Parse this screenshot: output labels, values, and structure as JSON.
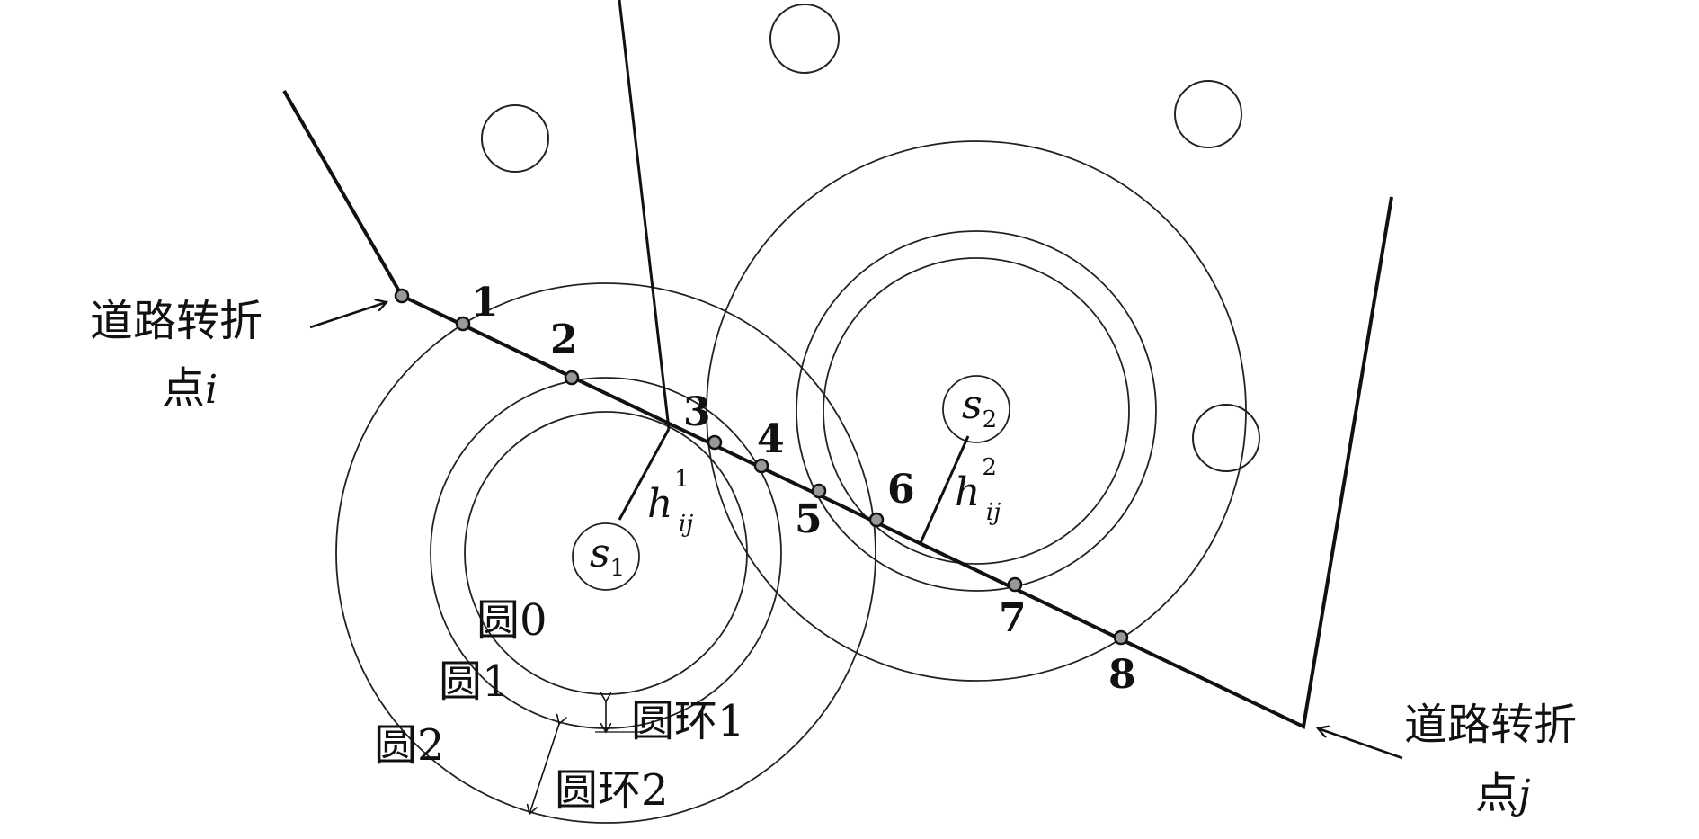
{
  "diagram": {
    "turn_point_i": {
      "text": "道路转折",
      "line2_prefix": "点",
      "var": "i"
    },
    "turn_point_j": {
      "text": "道路转折",
      "line2_prefix": "点",
      "var": "j"
    },
    "intersection_numbers": [
      "1",
      "2",
      "3",
      "4",
      "5",
      "6",
      "7",
      "8"
    ],
    "site1": {
      "base": "s",
      "sub": "1"
    },
    "site2": {
      "base": "s",
      "sub": "2"
    },
    "h1": {
      "base": "h",
      "sup": "1",
      "sub": "ij"
    },
    "h2": {
      "base": "h",
      "sup": "2",
      "sub": "ij"
    },
    "circle_labels": {
      "c0": "圆0",
      "c1": "圆1",
      "c2": "圆2",
      "ring1": "圆环1",
      "ring2": "圆环2"
    }
  }
}
